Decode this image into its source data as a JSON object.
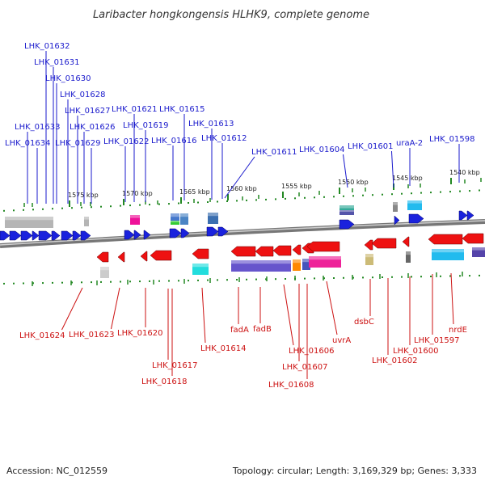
{
  "title": "Laribacter hongkongensis HLHK9, complete genome",
  "footer": {
    "accession": "Accession: NC_012559",
    "summary": "Topology: circular; Length: 3,169,329 bp; Genes: 3,333"
  },
  "colors": {
    "forward_label": "#1a1acc",
    "reverse_label": "#cc1111",
    "forward_gene": "#1a22dd",
    "reverse_gene": "#ee1111",
    "tick": "#228822",
    "backbone": "#777777"
  },
  "ticks": [
    "1575 kbp",
    "1570 kbp",
    "1565 kbp",
    "1560 kbp",
    "1555 kbp",
    "1550 kbp",
    "1545 kbp",
    "1540 kbp"
  ],
  "forward_labels": [
    "LHK_01632",
    "LHK_01631",
    "LHK_01630",
    "LHK_01628",
    "LHK_01627",
    "LHK_01626",
    "LHK_01633",
    "LHK_01634",
    "LHK_01629",
    "LHK_01621",
    "LHK_01619",
    "LHK_01622",
    "LHK_01615",
    "LHK_01616",
    "LHK_01613",
    "LHK_01612",
    "LHK_01611",
    "LHK_01604",
    "LHK_01601",
    "uraA-2",
    "LHK_01598"
  ],
  "reverse_labels": [
    "LHK_01624",
    "LHK_01623",
    "LHK_01620",
    "LHK_01617",
    "LHK_01618",
    "LHK_01614",
    "fadA",
    "fadB",
    "LHK_01606",
    "LHK_01607",
    "LHK_01608",
    "uvrA",
    "dsbC",
    "LHK_01602",
    "LHK_01600",
    "LHK_01597",
    "nrdE"
  ]
}
